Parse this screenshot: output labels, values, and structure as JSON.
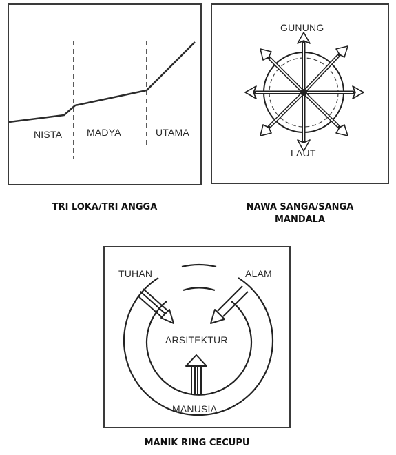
{
  "panels": {
    "tri_loka": {
      "caption": "TRI LOKA/TRI ANGGA",
      "zones": [
        "NISTA",
        "MADYA",
        "UTAMA"
      ]
    },
    "nawa_sanga": {
      "caption_line1": "NAWA SANGA/SANGA",
      "caption_line2": "MANDALA",
      "top_label": "GUNUNG",
      "bottom_label": "LAUT"
    },
    "manik_ring": {
      "caption": "MANIK RING CECUPU",
      "left_label": "TUHAN",
      "right_label": "ALAM",
      "center_label": "ARSITEKTUR",
      "bottom_label": "MANUSIA"
    }
  }
}
